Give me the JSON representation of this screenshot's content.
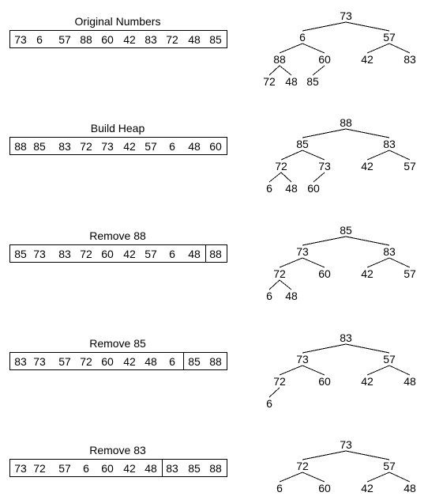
{
  "stages": [
    {
      "label": "Original Numbers",
      "array": [
        "73",
        "6",
        "57",
        "88",
        "60",
        "42",
        "83",
        "72",
        "48",
        "85"
      ],
      "sorted_count": 0,
      "tree": [
        "73",
        "6",
        "57",
        "88",
        "60",
        "42",
        "83",
        "72",
        "48",
        "85"
      ]
    },
    {
      "label": "Build Heap",
      "array": [
        "88",
        "85",
        "83",
        "72",
        "73",
        "42",
        "57",
        "6",
        "48",
        "60"
      ],
      "sorted_count": 0,
      "tree": [
        "88",
        "85",
        "83",
        "72",
        "73",
        "42",
        "57",
        "6",
        "48",
        "60"
      ]
    },
    {
      "label": "Remove 88",
      "array": [
        "85",
        "73",
        "83",
        "72",
        "60",
        "42",
        "57",
        "6",
        "48",
        "88"
      ],
      "sorted_count": 1,
      "tree": [
        "85",
        "73",
        "83",
        "72",
        "60",
        "42",
        "57",
        "6",
        "48"
      ]
    },
    {
      "label": "Remove 85",
      "array": [
        "83",
        "73",
        "57",
        "72",
        "60",
        "42",
        "48",
        "6",
        "85",
        "88"
      ],
      "sorted_count": 2,
      "tree": [
        "83",
        "73",
        "57",
        "72",
        "60",
        "42",
        "48",
        "6"
      ]
    },
    {
      "label": "Remove 83",
      "array": [
        "73",
        "72",
        "57",
        "6",
        "60",
        "42",
        "48",
        "83",
        "85",
        "88"
      ],
      "sorted_count": 3,
      "tree": [
        "73",
        "72",
        "57",
        "6",
        "60",
        "42",
        "48"
      ]
    }
  ]
}
